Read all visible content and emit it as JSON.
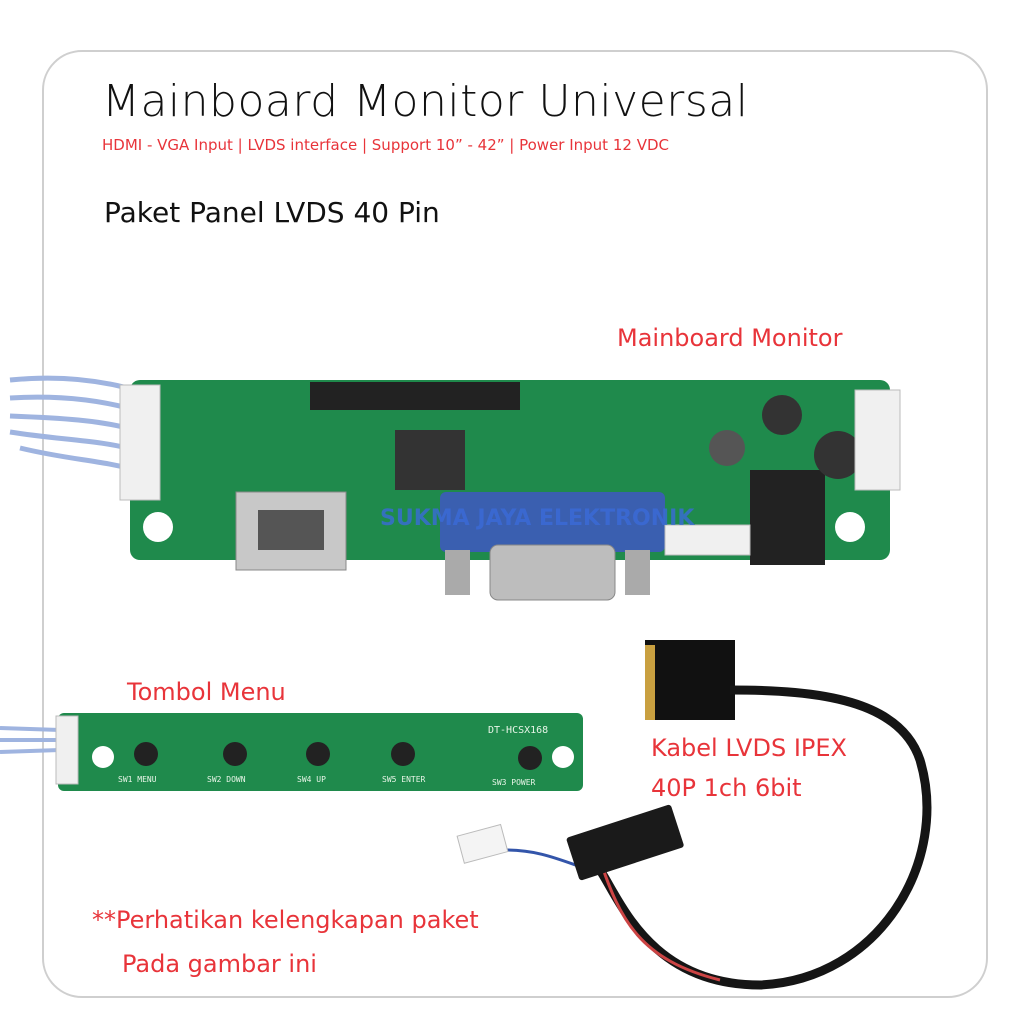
{
  "header": {
    "title": "Mainboard Monitor Universal",
    "subtitle": "HDMI - VGA Input | LVDS interface | Support 10” - 42” | Power Input 12 VDC",
    "package": "Paket Panel LVDS 40 Pin"
  },
  "labels": {
    "mainboard": "Mainboard Monitor",
    "menu": "Tombol Menu",
    "cable_line1": "Kabel LVDS IPEX",
    "cable_line2": "40P  1ch  6bit",
    "note_line1": "**Perhatikan kelengkapan paket",
    "note_line2": "Pada gambar ini"
  },
  "menu_board": {
    "model": "DT-HCSX168",
    "buttons": [
      "SW1  MENU",
      "SW2  DOWN",
      "SW4  UP",
      "SW5  ENTER",
      "SW3  POWER"
    ]
  },
  "watermark": "SUKMA JAYA ELEKTRONIK",
  "colors": {
    "accent": "#e8343a",
    "pcb": "#1f8a4c",
    "text": "#111111"
  }
}
